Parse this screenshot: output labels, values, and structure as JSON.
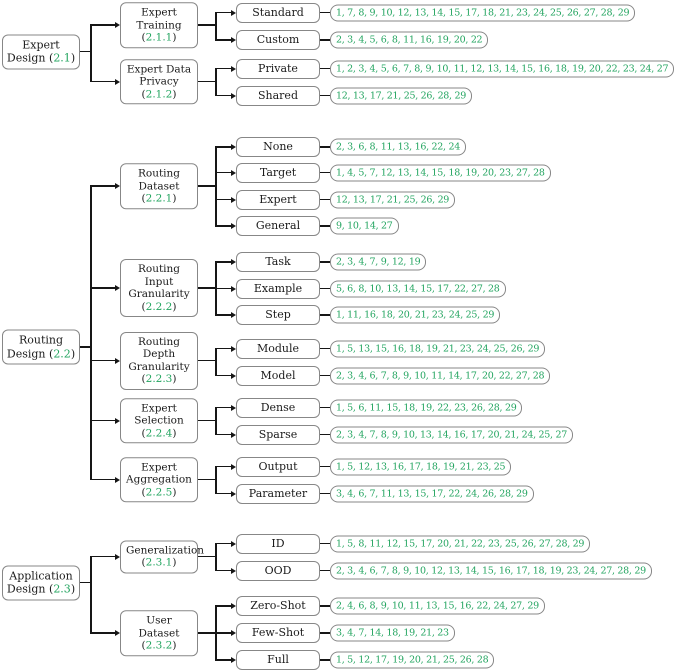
{
  "figure": {
    "colors": {
      "accent_green": "#22a45f",
      "box_border": "#878787",
      "line": "#161616"
    },
    "groups": [
      {
        "root": {
          "name": "Expert Design",
          "ref": "2.1"
        },
        "categories": [
          {
            "name": "Expert Training",
            "ref": "2.1.1",
            "leaves": [
              {
                "label": "Standard",
                "refs": "1, 7, 8, 9, 10, 12, 13, 14, 15, 17, 18, 21, 23, 24, 25, 26, 27, 28, 29"
              },
              {
                "label": "Custom",
                "refs": "2, 3, 4, 5, 6, 8, 11, 16, 19, 20, 22"
              }
            ]
          },
          {
            "name": "Expert Data Privacy",
            "ref": "2.1.2",
            "leaves": [
              {
                "label": "Private",
                "refs": "1, 2, 3, 4, 5, 6, 7, 8, 9, 10, 11, 12, 13, 14, 15, 16, 18, 19, 20, 22, 23, 24, 27"
              },
              {
                "label": "Shared",
                "refs": "12, 13, 17, 21, 25, 26, 28, 29"
              }
            ]
          }
        ]
      },
      {
        "root": {
          "name": "Routing Design",
          "ref": "2.2"
        },
        "categories": [
          {
            "name": "Routing Dataset",
            "ref": "2.2.1",
            "leaves": [
              {
                "label": "None",
                "refs": "2, 3, 6, 8, 11, 13, 16, 22, 24"
              },
              {
                "label": "Target",
                "refs": "1, 4, 5, 7, 12, 13, 14, 15, 18, 19, 20, 23, 27, 28"
              },
              {
                "label": "Expert",
                "refs": "12, 13, 17, 21, 25, 26, 29"
              },
              {
                "label": "General",
                "refs": "9, 10, 14, 27"
              }
            ]
          },
          {
            "name": "Routing Input Granularity",
            "ref": "2.2.2",
            "leaves": [
              {
                "label": "Task",
                "refs": "2, 3, 4, 7, 9, 12, 19"
              },
              {
                "label": "Example",
                "refs": "5, 6, 8, 10, 13, 14, 15, 17, 22, 27, 28"
              },
              {
                "label": "Step",
                "refs": "1, 11, 16, 18, 20, 21, 23, 24, 25, 29"
              }
            ]
          },
          {
            "name": "Routing Depth Granularity",
            "ref": "2.2.3",
            "leaves": [
              {
                "label": "Module",
                "refs": "1, 5, 13, 15, 16, 18, 19, 21, 23, 24, 25, 26, 29"
              },
              {
                "label": "Model",
                "refs": "2, 3, 4, 6, 7, 8, 9, 10, 11, 14, 17, 20, 22, 27, 28"
              }
            ]
          },
          {
            "name": "Expert Selection",
            "ref": "2.2.4",
            "leaves": [
              {
                "label": "Dense",
                "refs": "1, 5, 6, 11, 15, 18, 19, 22, 23, 26, 28, 29"
              },
              {
                "label": "Sparse",
                "refs": "2, 3, 4, 7, 8, 9, 10, 13, 14, 16, 17, 20, 21, 24, 25, 27"
              }
            ]
          },
          {
            "name": "Expert Aggregation",
            "ref": "2.2.5",
            "leaves": [
              {
                "label": "Output",
                "refs": "1, 5, 12, 13, 16, 17, 18, 19, 21, 23, 25"
              },
              {
                "label": "Parameter",
                "refs": "3, 4, 6, 7, 11, 13, 15, 17, 22, 24, 26, 28, 29"
              }
            ]
          }
        ]
      },
      {
        "root": {
          "name": "Application Design",
          "ref": "2.3"
        },
        "categories": [
          {
            "name": "Generalization",
            "ref": "2.3.1",
            "leaves": [
              {
                "label": "ID",
                "refs": "1, 5, 8, 11, 12, 15, 17, 20, 21, 22, 23, 25, 26, 27, 28, 29"
              },
              {
                "label": "OOD",
                "refs": "2, 3, 4, 6, 7, 8, 9, 10, 12, 13, 14, 15, 16, 17, 18, 19, 23, 24, 27, 28, 29"
              }
            ]
          },
          {
            "name": "User Dataset",
            "ref": "2.3.2",
            "leaves": [
              {
                "label": "Zero-Shot",
                "refs": "2, 4, 6, 8, 9, 10, 11, 13, 15, 16, 22, 24, 27, 29"
              },
              {
                "label": "Few-Shot",
                "refs": "3, 4, 7, 14, 18, 19, 21, 23"
              },
              {
                "label": "Full",
                "refs": "1, 5, 12, 17, 19, 20, 21, 25, 26, 28"
              }
            ]
          }
        ]
      }
    ]
  }
}
